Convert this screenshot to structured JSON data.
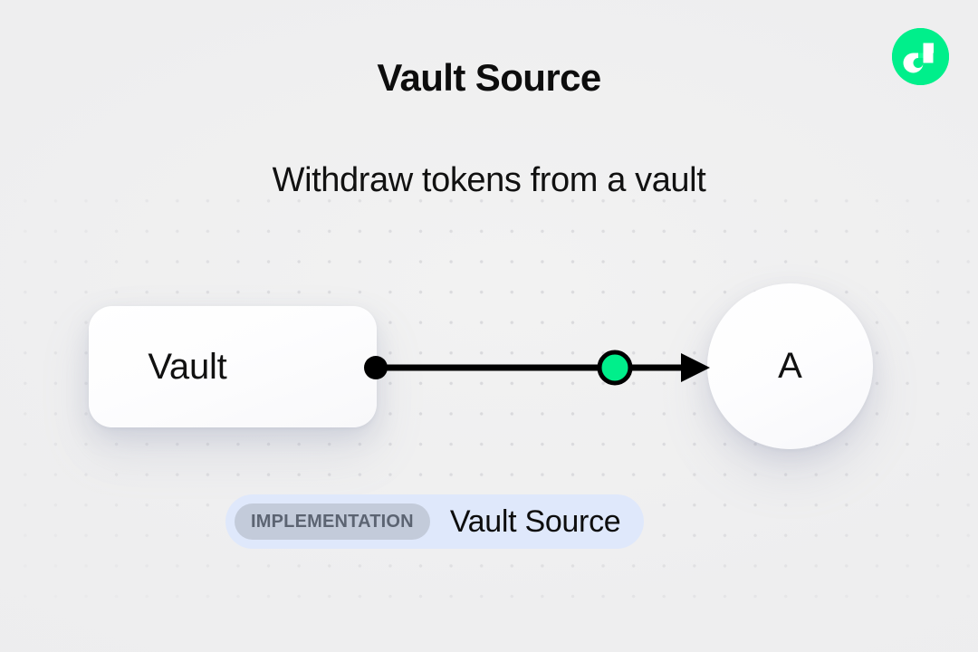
{
  "page": {
    "title": "Vault Source",
    "subtitle": "Withdraw tokens from a vault"
  },
  "brand": {
    "logo_icon": "flow-logo-icon",
    "logo_color": "#00ef8b",
    "logo_mark_color": "#ffffff"
  },
  "diagram": {
    "nodes": [
      {
        "id": "vault",
        "label": "Vault",
        "shape": "rounded-rect"
      },
      {
        "id": "a",
        "label": "A",
        "shape": "circle"
      }
    ],
    "edge": {
      "from": "vault",
      "to": "a",
      "source_handle_color": "#000000",
      "midpoint_dot_color": "#00ef8b",
      "line_color": "#000000",
      "arrow_head": "triangle-right"
    }
  },
  "footer_chip": {
    "tag_label": "IMPLEMENTATION",
    "name": "Vault Source",
    "chip_bg": "#dfe8fb",
    "tag_bg": "#c3cbda",
    "tag_text_color": "#5c6472"
  },
  "background": {
    "base_color": "#f0f0f0",
    "dot_color": "#d9d9dc"
  }
}
